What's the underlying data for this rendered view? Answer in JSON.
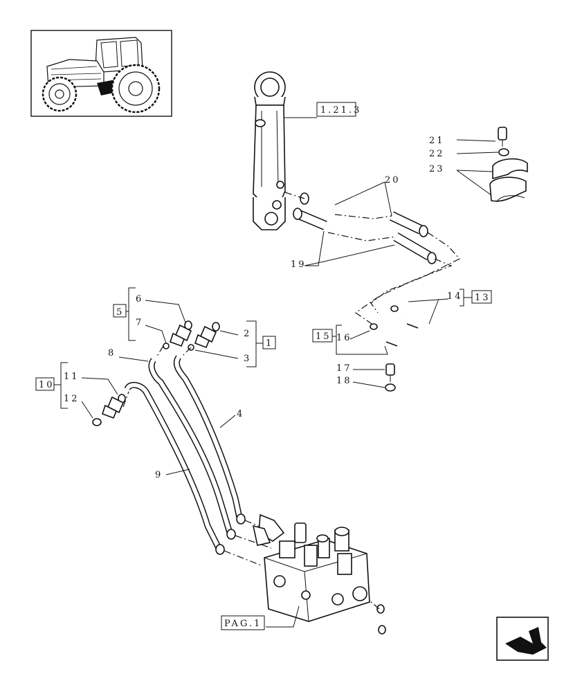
{
  "labels": {
    "ref_1_21_3": "1.21.3",
    "ref_pag_1": "PAG.1",
    "n20": "20",
    "n19": "19",
    "n21": "21",
    "n22": "22",
    "n23": "23",
    "n14": "14",
    "n13": "13",
    "n15": "15",
    "n16": "16",
    "n17": "17",
    "n18": "18",
    "n6": "6",
    "n5": "5",
    "n7": "7",
    "n2": "2",
    "n1": "1",
    "n3": "3",
    "n8": "8",
    "n11": "11",
    "n10": "10",
    "n12": "12",
    "n4": "4",
    "n9": "9"
  },
  "icons": {
    "thumbnail": "tractor-thumbnail-icon",
    "next": "next-page-arrow-icon"
  }
}
